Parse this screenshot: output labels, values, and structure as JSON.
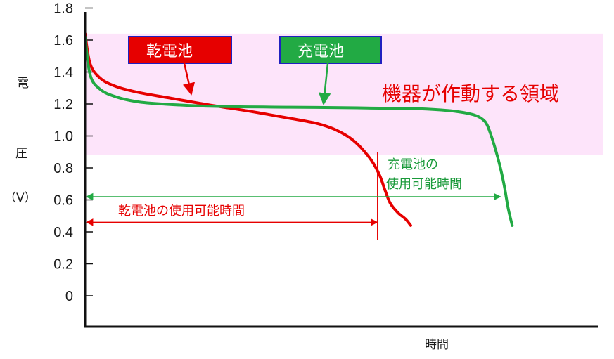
{
  "chart_data": {
    "type": "line",
    "title": "",
    "xlabel": "時間",
    "ylabel": [
      "電",
      "圧",
      "（V）"
    ],
    "ylim": [
      -0.2,
      1.8
    ],
    "yticks": [
      0,
      0.2,
      0.4,
      0.6,
      0.8,
      1.0,
      1.2,
      1.4,
      1.6,
      1.8
    ],
    "ytick_labels": [
      "0",
      "0.2",
      "0.4",
      "0.6",
      "0.8",
      "1.0",
      "1.2",
      "1.4",
      "1.6",
      "1.8"
    ],
    "xlim": [
      0,
      100
    ],
    "grid": false,
    "operating_region": {
      "label": "機器が作動する領域",
      "ymin": 0.88,
      "ymax": 1.64,
      "color": "#fde4fa"
    },
    "series": [
      {
        "name": "乾電池",
        "color": "#e60000",
        "x": [
          0,
          1,
          3,
          6,
          10,
          16,
          24,
          32,
          40,
          45,
          48,
          50,
          52,
          54,
          56,
          57.5,
          58.5,
          59.5,
          61,
          62.5,
          63.5
        ],
        "y": [
          1.64,
          1.45,
          1.36,
          1.31,
          1.275,
          1.24,
          1.195,
          1.155,
          1.11,
          1.08,
          1.05,
          1.02,
          0.98,
          0.92,
          0.84,
          0.75,
          0.66,
          0.58,
          0.52,
          0.48,
          0.44
        ]
      },
      {
        "name": "充電池",
        "color": "#22aa44",
        "x": [
          0,
          1,
          3,
          6,
          10,
          15,
          25,
          40,
          55,
          65,
          72,
          76,
          78,
          79,
          80,
          81,
          81.8,
          82.5,
          83.3
        ],
        "y": [
          1.62,
          1.38,
          1.29,
          1.245,
          1.215,
          1.2,
          1.185,
          1.18,
          1.175,
          1.17,
          1.155,
          1.13,
          1.09,
          1.02,
          0.92,
          0.8,
          0.68,
          0.55,
          0.44
        ]
      }
    ],
    "annotations": {
      "dry_cell_time": {
        "label": "乾電池の使用可能時間",
        "x_start": 0,
        "x_end": 57,
        "y": 0.46
      },
      "rechargeable_time": {
        "label_lines": [
          "充電池の",
          "使用可能時間"
        ],
        "x_start": 0,
        "x_end": 81,
        "y": 0.62
      }
    }
  },
  "colors": {
    "dry_cell": "#e60000",
    "rechargeable": "#22aa44",
    "region_fill": "#fde4fa",
    "legend_border": "#2020c0",
    "axis": "#111111"
  }
}
